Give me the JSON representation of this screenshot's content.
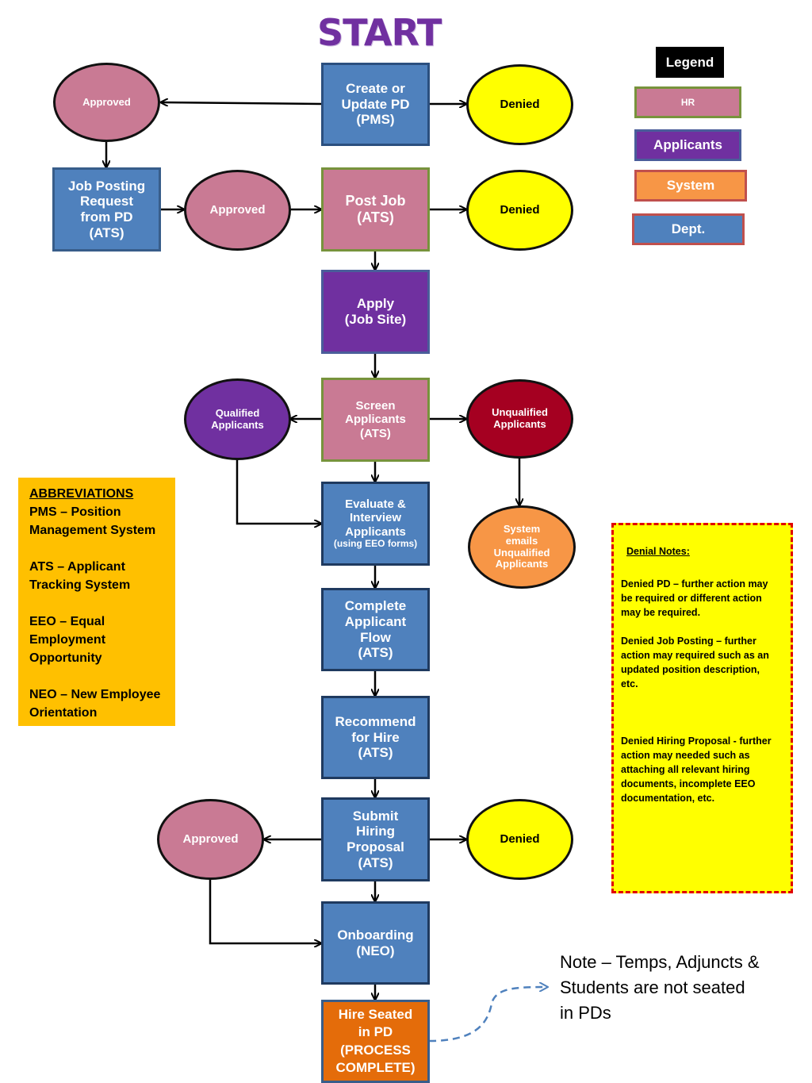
{
  "title": "START",
  "legend": {
    "title": "Legend",
    "items": [
      {
        "label": "HR",
        "fill": "#c97a94",
        "border": "#77933c"
      },
      {
        "label": "Applicants",
        "fill": "#7030a0",
        "border": "#4a5d9a"
      },
      {
        "label": "System",
        "fill": "#f79646",
        "border": "#c0504d"
      },
      {
        "label": "Dept.",
        "fill": "#4f81bd",
        "border": "#c0504d"
      }
    ]
  },
  "nodes": {
    "create_pd": [
      "Create  or",
      "Update PD",
      "(PMS)"
    ],
    "approved_1": [
      "Approved"
    ],
    "denied_1": [
      "Denied"
    ],
    "job_posting_request": [
      "Job Posting",
      "Request",
      "from PD",
      "(ATS)"
    ],
    "approved_2": [
      "Approved"
    ],
    "post_job": [
      "Post Job",
      "(ATS)"
    ],
    "denied_2": [
      "Denied"
    ],
    "apply": [
      "Apply",
      "(Job Site)"
    ],
    "screen": [
      "Screen",
      "Applicants",
      "(ATS)"
    ],
    "qualified": [
      "Qualified",
      "Applicants"
    ],
    "unqualified": [
      "Unqualified",
      "Applicants"
    ],
    "evaluate": [
      "Evaluate  &",
      "Interview",
      "Applicants",
      "(using EEO forms)"
    ],
    "system_emails": [
      "System",
      "emails",
      "Unqualified",
      "Applicants"
    ],
    "complete_flow": [
      "Complete",
      "Applicant",
      "Flow",
      "(ATS)"
    ],
    "recommend": [
      "Recommend",
      "for Hire",
      "(ATS)"
    ],
    "submit_proposal": [
      "Submit",
      "Hiring",
      "Proposal",
      "(ATS)"
    ],
    "approved_3": [
      "Approved"
    ],
    "denied_3": [
      "Denied"
    ],
    "onboarding": [
      "Onboarding",
      "(NEO)"
    ],
    "hire_seated": [
      "Hire Seated",
      "in PD",
      "(PROCESS",
      "COMPLETE)"
    ]
  },
  "abbreviations": {
    "heading": "ABBREVIATIONS",
    "entries": [
      [
        "PMS – Position",
        "Management System"
      ],
      [
        "ATS – Applicant",
        "Tracking System"
      ],
      [
        "EEO – Equal",
        "Employment",
        "Opportunity"
      ],
      [
        "NEO – New Employee",
        "Orientation"
      ]
    ]
  },
  "denial_notes": {
    "heading": "Denial Notes:",
    "notes": [
      [
        "Denied PD – further action may",
        "be required or different action",
        "may be required."
      ],
      [
        "Denied Job Posting  – further",
        "action may required such as an",
        "updated position description,",
        "etc."
      ],
      [
        "Denied Hiring Proposal  - further",
        "action may needed such as",
        "attaching all relevant hiring",
        "documents, incomplete EEO",
        "documentation, etc."
      ]
    ]
  },
  "side_note": [
    "Note – Temps, Adjuncts &",
    "Students are not seated",
    "in PDs"
  ],
  "colors": {
    "hr": "#c97a94",
    "applicants": "#7030a0",
    "system": "#e46c0a",
    "dept": "#4f81bd",
    "denied": "#ffff00",
    "unqualified": "#a50021",
    "abbreviations_bg": "#ffc000",
    "denial_border": "#e00000",
    "note_arrow": "#4f81bd"
  }
}
